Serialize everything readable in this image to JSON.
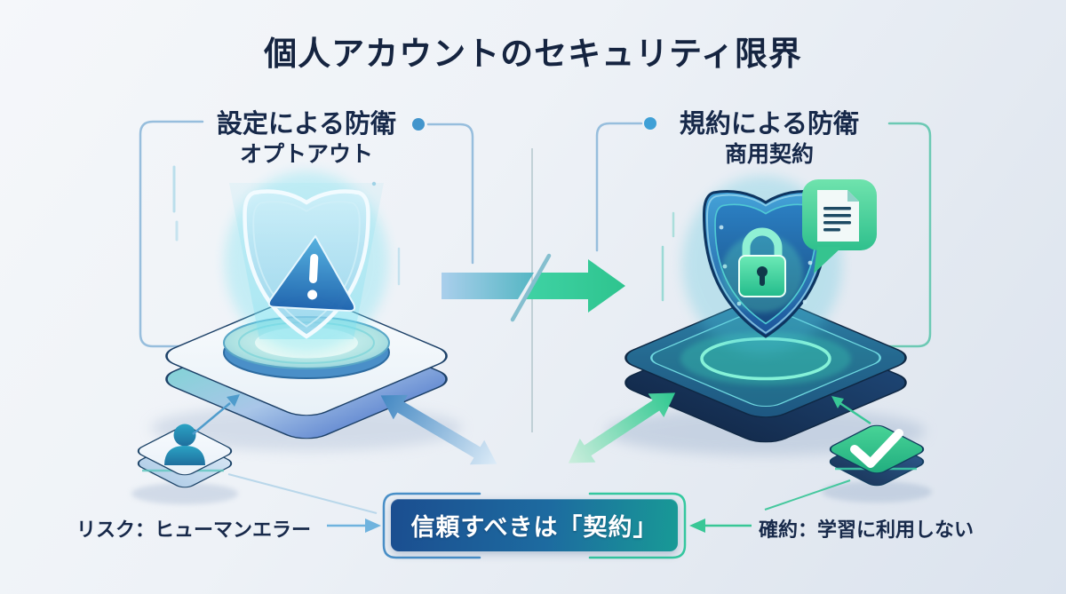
{
  "title": "個人アカウントのセキュリティ限界",
  "left_panel": {
    "heading": "設定による防衛",
    "subheading": "オプトアウト",
    "icon": "warning-shield-hologram-icon"
  },
  "right_panel": {
    "heading": "規約による防衛",
    "subheading": "商用契約",
    "icon": "lock-shield-icon",
    "badge_icon": "document-speech-bubble-icon"
  },
  "conclusion_box": {
    "text": "信頼すべきは「契約」"
  },
  "bottom_left": {
    "label": "リスク：ヒューマンエラー",
    "icon": "person-tile-icon"
  },
  "bottom_right": {
    "label": "確約：学習に利用しない",
    "icon": "check-tile-icon"
  },
  "colors": {
    "background": "#edf1f7",
    "title_text": "#152440",
    "accent_blue": "#4295cc",
    "accent_teal": "#35c9a0",
    "bracket_blue": "#97bedd",
    "bracket_teal": "#6cc9b4",
    "box_gradient_start": "#1b4e90",
    "box_gradient_end": "#189a96",
    "shield_blue": "#1c5a9e",
    "lock_green": "#35d9a0",
    "warning_triangle_blue": "#1e63ae"
  }
}
